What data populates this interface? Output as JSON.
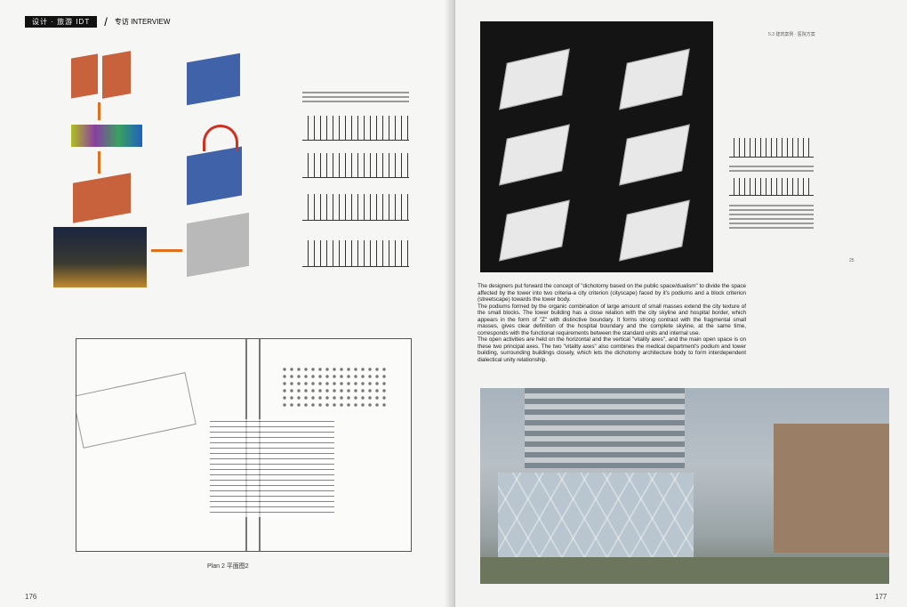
{
  "left_page": {
    "section_tag": "设计 · 旅游 IDT",
    "section_label": "专访 INTERVIEW",
    "plan_caption": "Plan 2 平面图2",
    "page_number": "176"
  },
  "right_page": {
    "section_header": "5.3 建筑案例 · 医院方案",
    "figure_number": "25",
    "body_text": "The designers put forward the concept of \"dichotomy based on the public space/dualism\" to divide the space affected by the tower into two criteria-a city criterion (cityscape) faced by it's podiums and a block criterion (streetscape) towards the tower body.\nThe podiums formed by the organic combination of large amount of small masses extend the city texture of the small blocks. The tower building has a close relation with the city skyline and hospital border, which appears in the form of \"Z\" with distinctive boundary. It forms strong contrast with the fragmental small masses, gives clear definition of the hospital boundary and the complete skyline, at the same time, corresponds with the functional requirements between the standard units and internal use.\nThe open activities are held on the horizontal and the vertical \"vitality axes\", and the main open space is on these two principal axes. The two \"vitality axes\" also combines the medical department's podium and tower building, surrounding buildings closely, which lets the dichotomy architecture body to form interdependent dialectical unity relationship.",
    "page_number": "177"
  }
}
